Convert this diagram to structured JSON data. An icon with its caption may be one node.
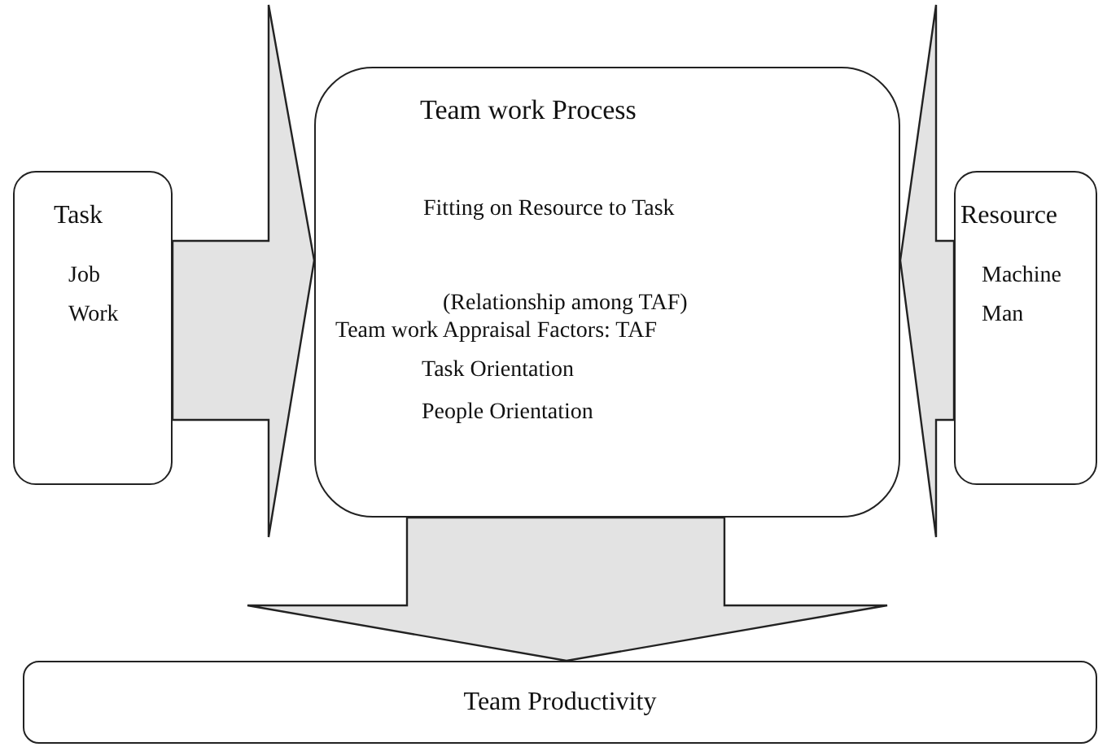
{
  "diagram": {
    "nodes": [
      {
        "text": [
          "Task",
          "Job",
          "Work"
        ]
      },
      {
        "text": [
          "Team work Process",
          "Fitting on Resource to Task",
          "(Relationship among TAF)",
          "Team work Appraisal Factors: TAF",
          "Task Orientation",
          "People Orientation"
        ]
      },
      {
        "text": [
          "Resource",
          "Machine",
          "Man"
        ]
      },
      {
        "text": [
          "Team Productivity"
        ]
      }
    ],
    "edges": [
      {
        "from": 0,
        "to": 1,
        "arrow": "to"
      },
      {
        "from": 2,
        "to": 1,
        "arrow": "to"
      },
      {
        "from": 1,
        "to": 3,
        "arrow": "to"
      }
    ]
  }
}
